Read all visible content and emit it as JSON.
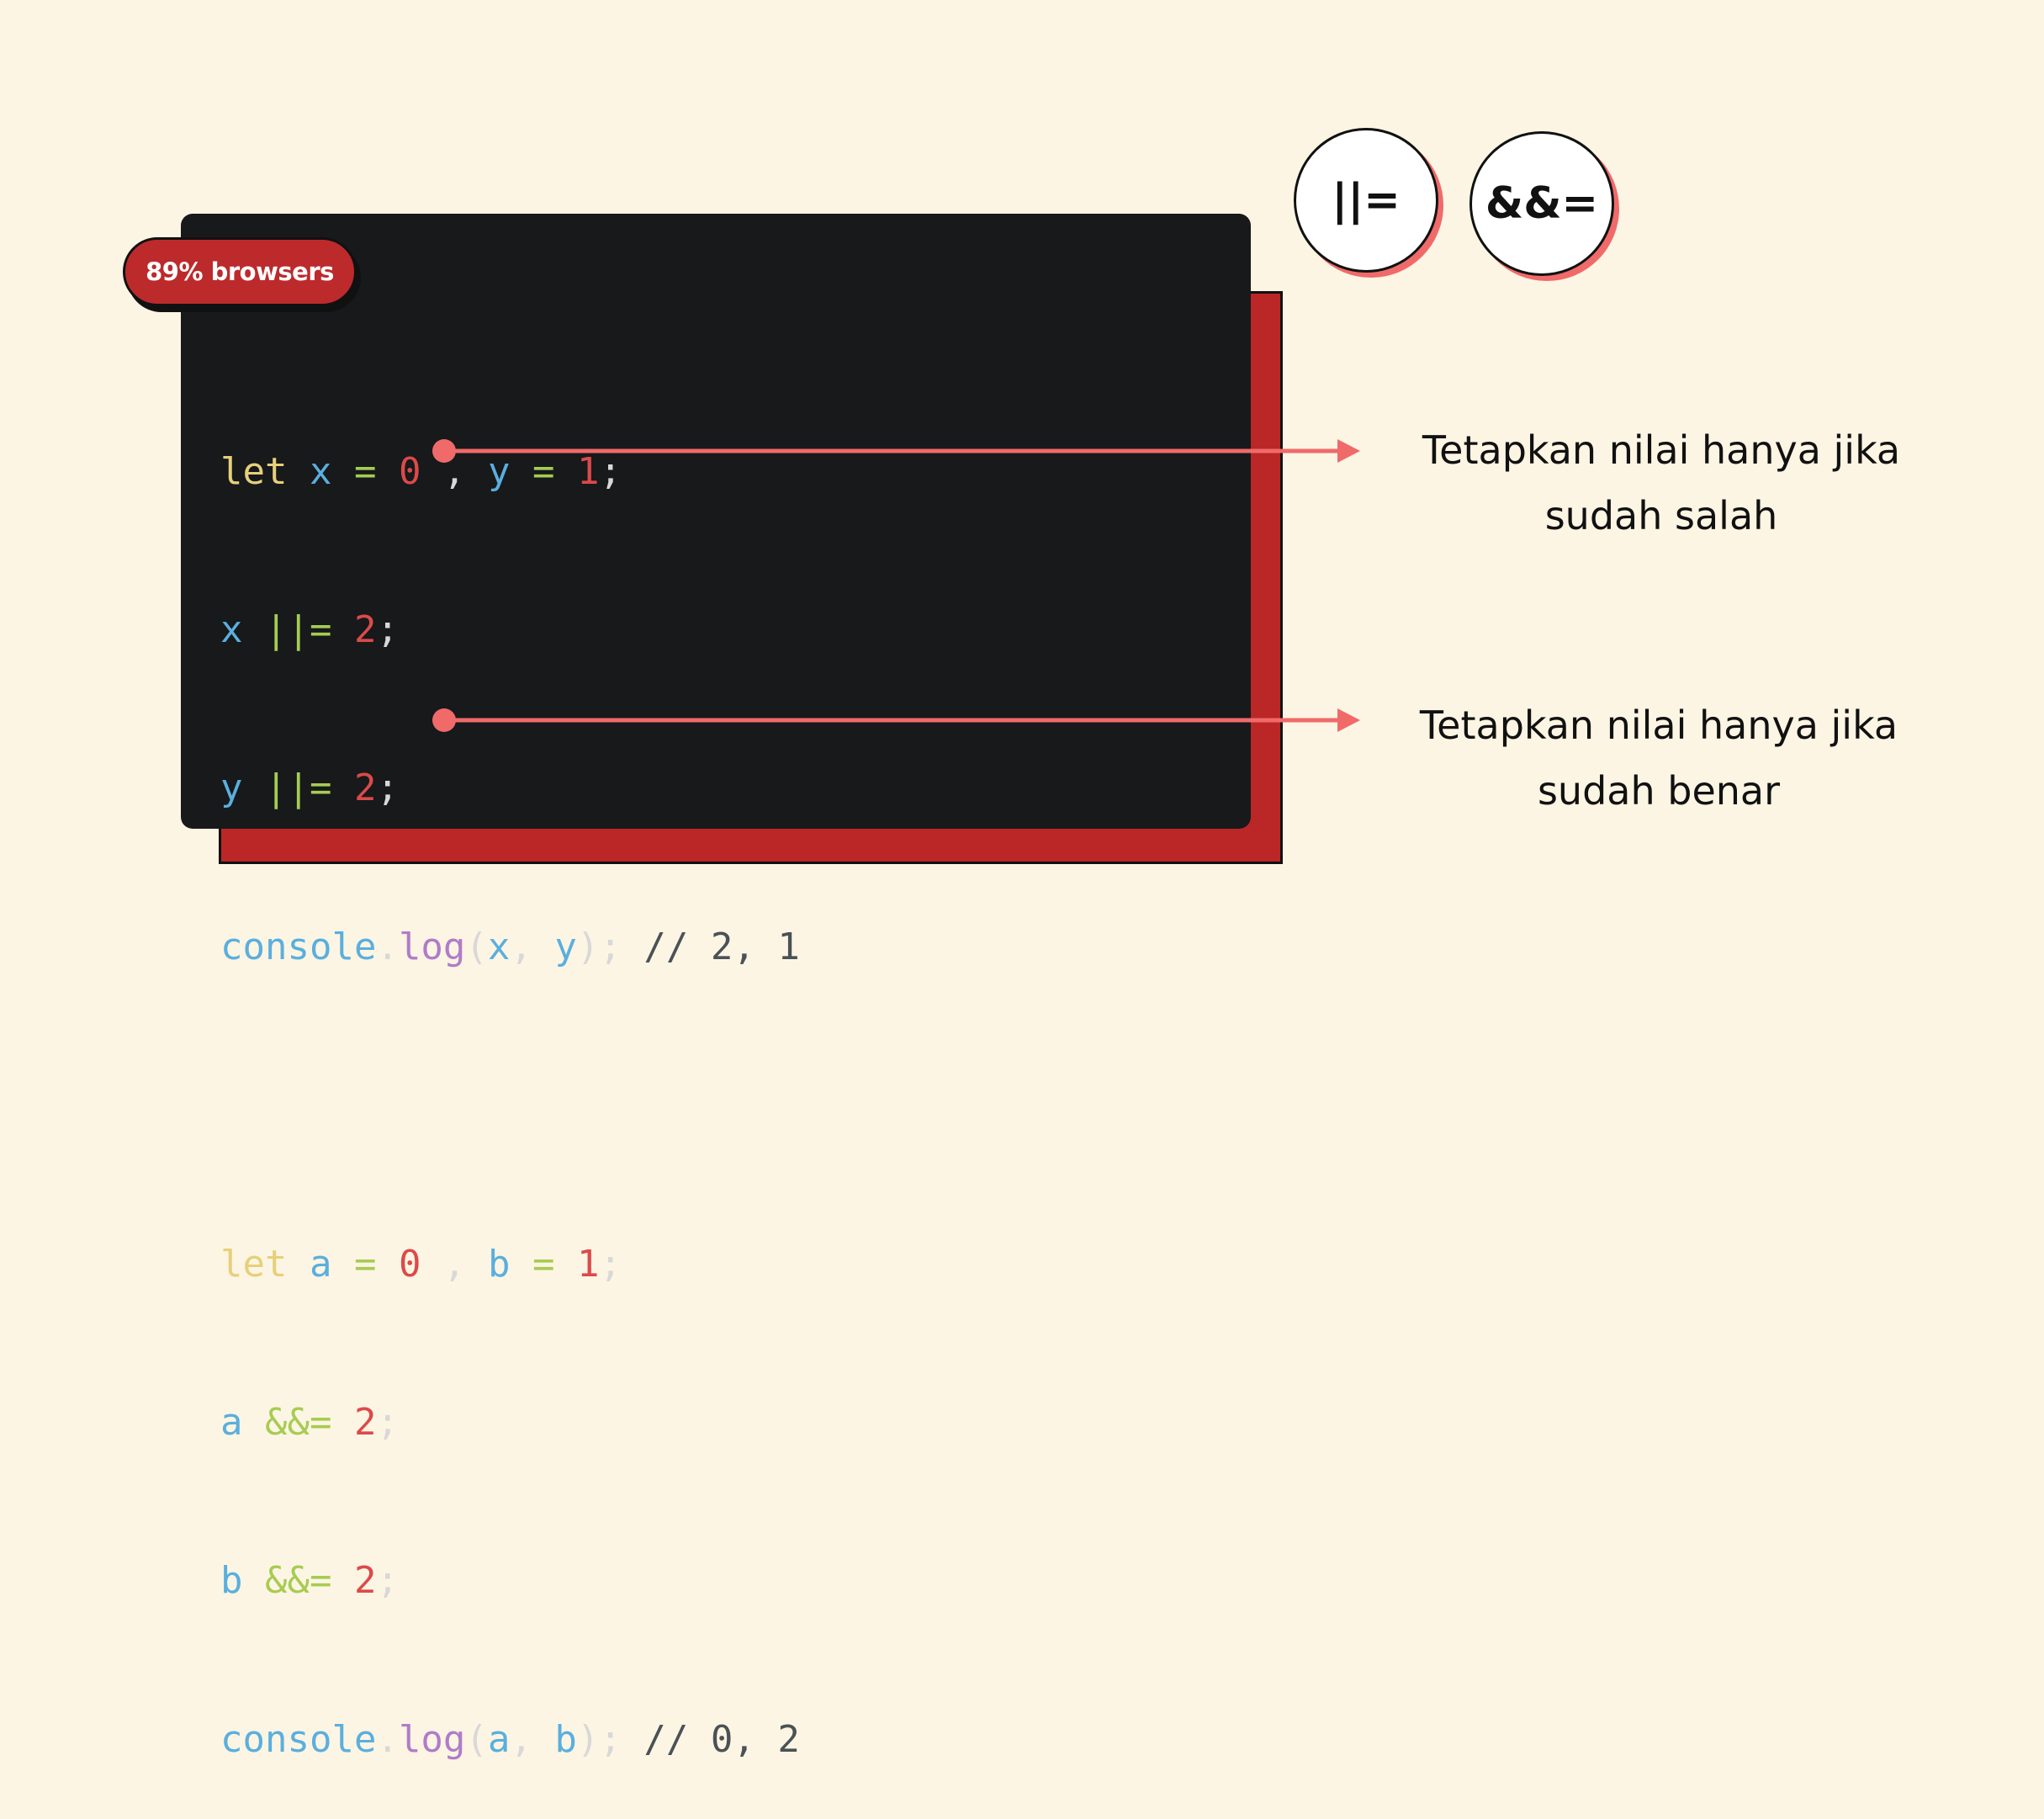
{
  "badge": {
    "label": "89% browsers"
  },
  "operators": {
    "or_assign": "||=",
    "and_assign": "&&="
  },
  "code": {
    "l1": {
      "kw": "let",
      "v1": "x",
      "eq1": "=",
      "n1": "0",
      "sep": ",",
      "v2": "y",
      "eq2": "=",
      "n2": "1",
      "end": ";"
    },
    "l2": {
      "v": "x",
      "op": "||=",
      "n": "2",
      "end": ";"
    },
    "l3": {
      "v": "y",
      "op": "||=",
      "n": "2",
      "end": ";"
    },
    "l4": {
      "obj": "console",
      "dot": ".",
      "fn": "log",
      "open": "(",
      "a1": "x",
      "comma": ",",
      "a2": "y",
      "close": ");",
      "comment": "// 2, 1"
    },
    "l6": {
      "kw": "let",
      "v1": "a",
      "eq1": "=",
      "n1": "0",
      "sep": ",",
      "v2": "b",
      "eq2": "=",
      "n2": "1",
      "end": ";"
    },
    "l7": {
      "v": "a",
      "op": "&&=",
      "n": "2",
      "end": ";"
    },
    "l8": {
      "v": "b",
      "op": "&&=",
      "n": "2",
      "end": ";"
    },
    "l9": {
      "obj": "console",
      "dot": ".",
      "fn": "log",
      "open": "(",
      "a1": "a",
      "comma": ",",
      "a2": "b",
      "close": ");",
      "comment": "// 0, 2"
    }
  },
  "descriptions": {
    "or": {
      "line1": "Tetapkan nilai hanya jika",
      "line2": "sudah salah"
    },
    "and": {
      "line1": "Tetapkan nilai hanya jika",
      "line2": "sudah benar"
    }
  },
  "colors": {
    "background": "#fdf5e3",
    "code_bg": "#17191b",
    "accent_red": "#bb2626",
    "connector": "#f06a6a"
  }
}
